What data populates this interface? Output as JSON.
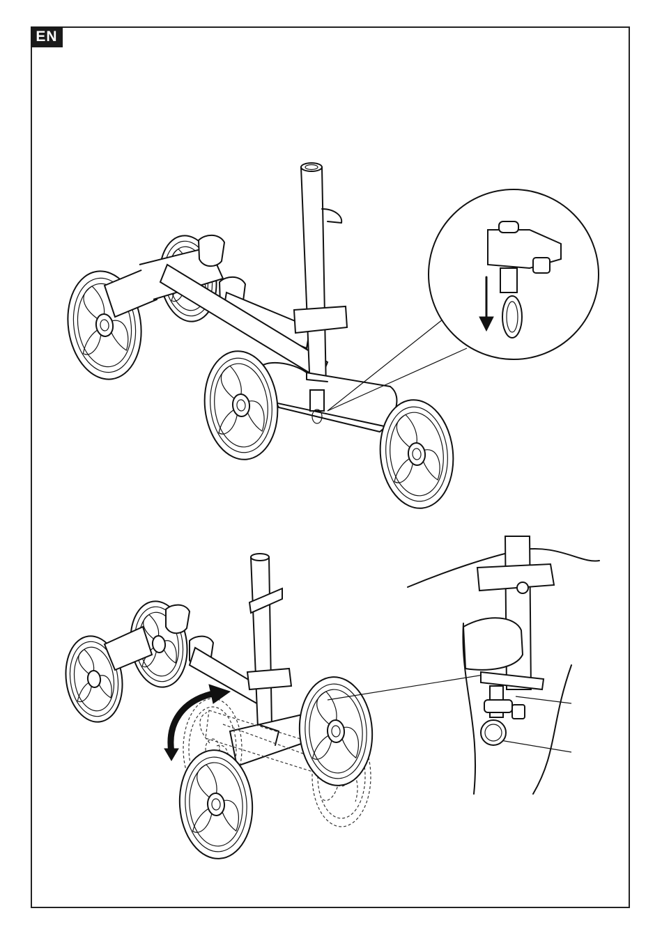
{
  "badge": {
    "label": "EN"
  },
  "colors": {
    "ink": "#111111",
    "badge_bg": "#1a1a1a",
    "badge_text": "#ffffff",
    "paper": "#ffffff"
  },
  "figures": [
    {
      "id": "figure-1",
      "icon": "trolley-unfolded-with-pin-detail"
    },
    {
      "id": "figure-2",
      "icon": "trolley-front-wheels-rotating-with-lock-detail"
    }
  ]
}
